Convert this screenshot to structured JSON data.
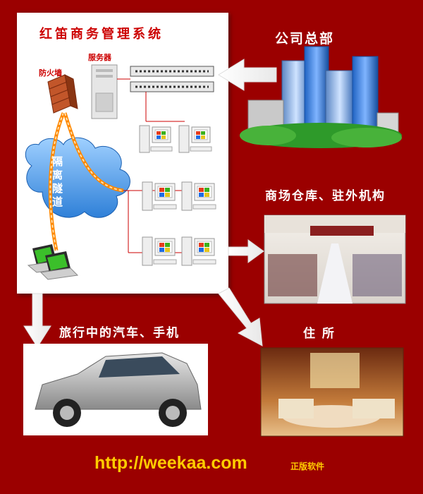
{
  "system": {
    "title": "红笛商务管理系统",
    "firewall_label": "防火墙",
    "server_label": "服务器",
    "tunnel_label": "隔离隧道"
  },
  "destinations": {
    "headquarters": "公司总部",
    "stores": "商场仓库、驻外机构",
    "mobile": "旅行中的汽车、手机",
    "residence": "住  所"
  },
  "footer": {
    "url": "http://weekaa.com",
    "tag": "正版软件"
  },
  "colors": {
    "background": "#9b0000",
    "accent_red": "#cc0000",
    "link_blue": "#1a6fd6",
    "footer_yellow": "#ffcc00"
  },
  "icons": [
    "firewall-icon",
    "server-icon",
    "switch-icon",
    "cloud-icon",
    "computer-icon",
    "laptop-icon",
    "building-icon",
    "arrow-icon"
  ]
}
